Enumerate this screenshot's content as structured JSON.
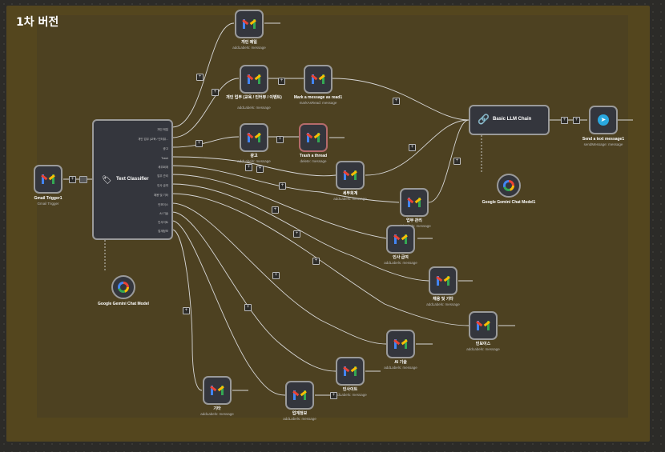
{
  "sticky": {
    "title": "1차 버전"
  },
  "trigger": {
    "label": "Gmail Trigger1",
    "sub": "Gmail Trigger"
  },
  "classifier": {
    "label": "Text Classifier",
    "outputs": [
      "개인 메일",
      "개인 업무 (교육 / 인터뷰...",
      "광고",
      "Trash",
      "세무회계",
      "업무 관리",
      "인사 급여",
      "채용 및 기타",
      "인보이스",
      "AI 기술",
      "인사이트",
      "업계정보",
      "기타"
    ]
  },
  "gemini1": {
    "label": "Google Gemini Chat Model"
  },
  "gemini2": {
    "label": "Google Gemini Chat Model1"
  },
  "llm": {
    "label": "Basic LLM Chain"
  },
  "telegram": {
    "label": "Send a text message1",
    "sub": "sendMessage: message"
  },
  "nodes": [
    {
      "label": "개인 메일",
      "sub": "addLabels: message"
    },
    {
      "label": "개인 업무 (교육 / 인터뷰 / 이벤트)",
      "sub": "addLabels: message"
    },
    {
      "label": "Mark a message as read1",
      "sub": "markAsRead: message"
    },
    {
      "label": "광고",
      "sub": "addLabels: message"
    },
    {
      "label": "Trash a thread",
      "sub": "delete: message"
    },
    {
      "label": "세무회계",
      "sub": "addLabels: message"
    },
    {
      "label": "업무 관리",
      "sub": "addLabels: message"
    },
    {
      "label": "인사 급여",
      "sub": "addLabels: message"
    },
    {
      "label": "채용 및 기타",
      "sub": "addLabels: message"
    },
    {
      "label": "인보이스",
      "sub": "addLabels: message"
    },
    {
      "label": "AI 기술",
      "sub": "addLabels: message"
    },
    {
      "label": "인사이트",
      "sub": "addLabels: message"
    },
    {
      "label": "업계정보",
      "sub": "addLabels: message"
    },
    {
      "label": "기타",
      "sub": "addLabels: message"
    }
  ],
  "colors": {
    "sticky": "#54461e",
    "node": "#34363d",
    "wire": "#d6d6d6"
  },
  "icons": [
    "gmail-icon",
    "tag-icon",
    "link-icon",
    "gemini-icon",
    "telegram-icon",
    "trash-icon",
    "plus-icon"
  ]
}
